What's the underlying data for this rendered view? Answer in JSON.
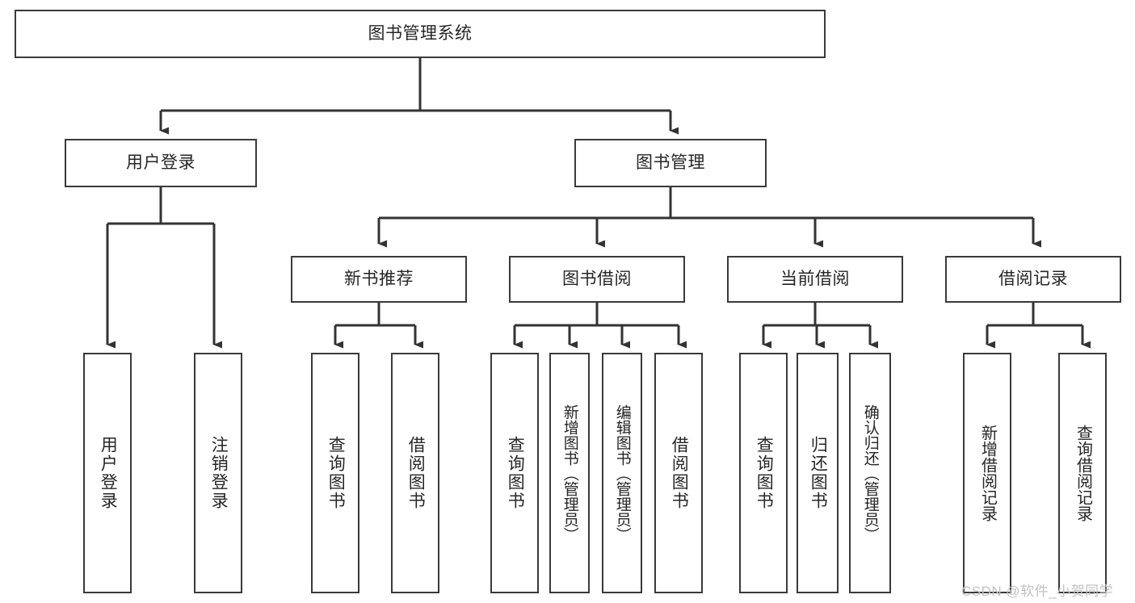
{
  "diagram": {
    "type": "tree",
    "title": "图书管理系统",
    "orientation": "top-down",
    "colors": {
      "background": "#ffffff",
      "box_border": "#3a3a3a",
      "box_fill": "#ffffff",
      "text": "#262626",
      "connector": "#333333",
      "watermark": "#c2c2c2"
    }
  },
  "nodes": {
    "root": {
      "label": "图书管理系统"
    },
    "level2": [
      {
        "label": "用户登录"
      },
      {
        "label": "图书管理"
      }
    ],
    "level3": [
      {
        "label": "新书推荐"
      },
      {
        "label": "图书借阅"
      },
      {
        "label": "当前借阅"
      },
      {
        "label": "借阅记录"
      }
    ],
    "leaves": {
      "user_login": [
        {
          "label": "用户登录"
        },
        {
          "label": "注销登录"
        }
      ],
      "new_book_recommend": [
        {
          "label": "查询图书"
        },
        {
          "label": "借阅图书"
        }
      ],
      "book_borrow": [
        {
          "label": "查询图书"
        },
        {
          "label": "新增图书（管理员）"
        },
        {
          "label": "编辑图书（管理员）"
        },
        {
          "label": "借阅图书"
        }
      ],
      "current_borrow": [
        {
          "label": "查询图书"
        },
        {
          "label": "归还图书"
        },
        {
          "label": "确认归还（管理员）"
        }
      ],
      "borrow_record": [
        {
          "label": "新增借阅记录"
        },
        {
          "label": "查询借阅记录"
        }
      ]
    }
  },
  "watermark": {
    "text": "CSDN @软件_小贺同学"
  }
}
